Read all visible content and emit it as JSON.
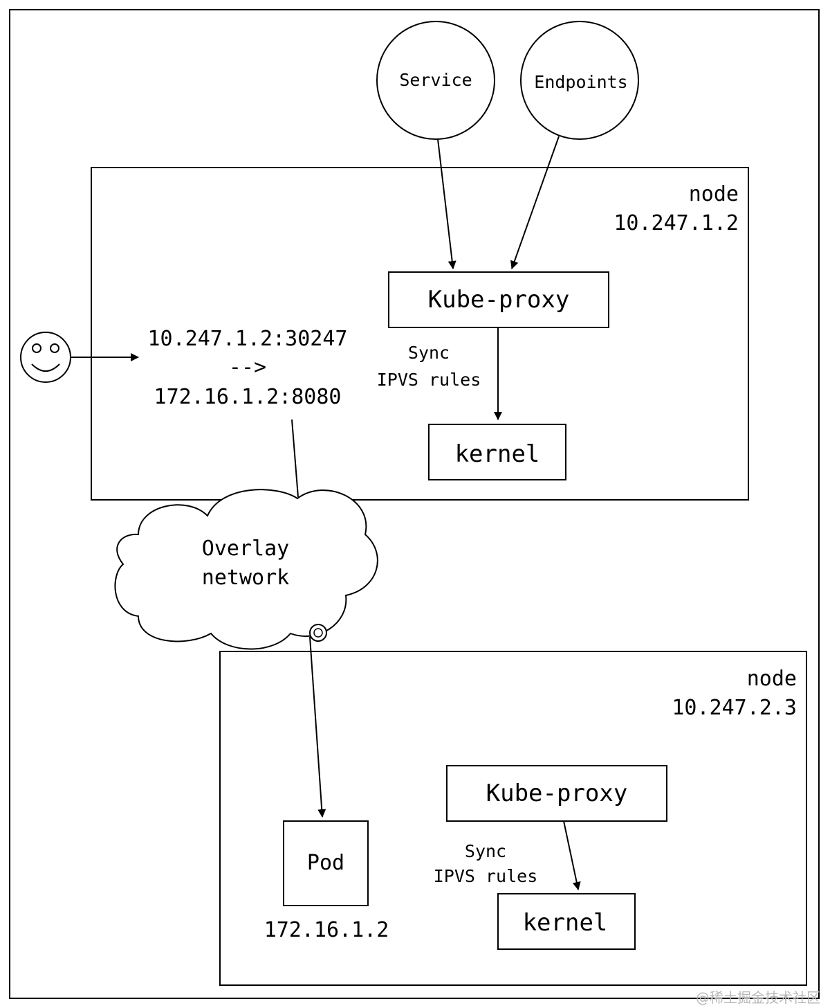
{
  "outer_frame": true,
  "service": {
    "label": "Service"
  },
  "endpoints": {
    "label": "Endpoints"
  },
  "node1": {
    "title": "node",
    "ip": "10.247.1.2",
    "kube_proxy": "Kube-proxy",
    "sync_line1": "Sync",
    "sync_line2": "IPVS rules",
    "kernel": "kernel"
  },
  "client": {
    "icon": "smiley-face-icon",
    "dnat_from": "10.247.1.2:30247",
    "dnat_arrow": "-->",
    "dnat_to": "172.16.1.2:8080"
  },
  "overlay": {
    "line1": "Overlay",
    "line2": "network"
  },
  "node2": {
    "title": "node",
    "ip": "10.247.2.3",
    "kube_proxy": "Kube-proxy",
    "sync_line1": "Sync",
    "sync_line2": "IPVS rules",
    "kernel": "kernel",
    "pod": "Pod",
    "pod_ip": "172.16.1.2"
  },
  "watermark": "@稀土掘金技术社区",
  "colors": {
    "stroke": "#000000",
    "background": "#ffffff",
    "watermark": "#b8b8b8"
  }
}
